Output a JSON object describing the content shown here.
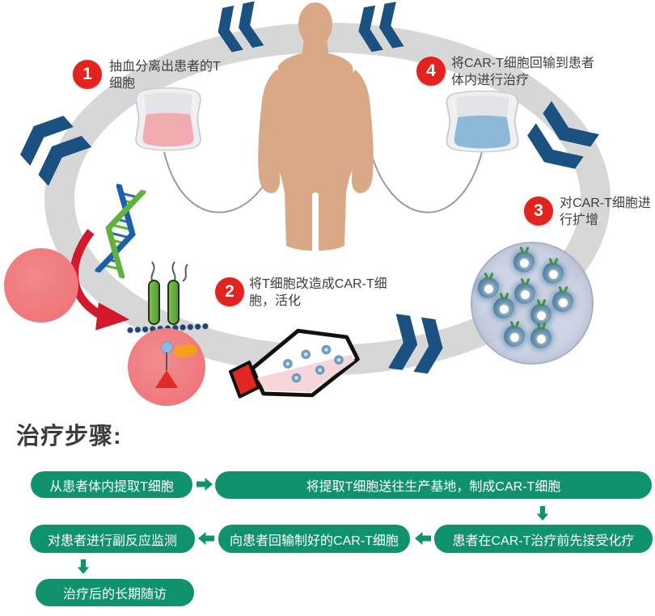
{
  "cycle": {
    "steps": [
      {
        "number": "1",
        "text": "抽血分离出患者的T细胞"
      },
      {
        "number": "2",
        "text": "将T细胞改造成CAR-T细胞，活化"
      },
      {
        "number": "3",
        "text": "对CAR-T细胞进行扩增"
      },
      {
        "number": "4",
        "text": "将CAR-T细胞回输到患者体内进行治疗"
      }
    ],
    "icons": {
      "patient": "patient-figure-icon",
      "blood_bag_left": "blood-bag-pink-icon",
      "blood_bag_right": "blood-bag-blue-icon",
      "dna": "dna-helix-icon",
      "tumor": "tumor-cell-icon",
      "car_t_cell": "car-t-cell-icon",
      "flask": "culture-flask-icon",
      "dish": "petri-dish-icon",
      "flow_direction": "counterclockwise-double-chevrons"
    }
  },
  "flowchart": {
    "title": "治疗步骤:",
    "boxes": [
      {
        "label": "从患者体内提取T细胞"
      },
      {
        "label": "将提取T细胞送往生产基地，制成CAR-T细胞"
      },
      {
        "label": "患者在CAR-T治疗前先接受化疗"
      },
      {
        "label": "向患者回输制好的CAR-T细胞"
      },
      {
        "label": "对患者进行副反应监测"
      },
      {
        "label": "治疗后的长期随访"
      }
    ],
    "flow_order": "box1 → box2 ↓ box3 ← box4 ← (box2), box5 ↓ box6 (snake: row2 runs right-to-left)"
  },
  "colors": {
    "ring_gray": "#d7d7d7",
    "chevron_blue": "#1a5181",
    "badge_red": "#e2231f",
    "flow_green": "#10926e",
    "skin": "#d9a987",
    "bag_pink": "#f3abb2",
    "bag_blue": "#8cb9da",
    "dna_blue": "#1d5fa8",
    "dna_green": "#62b13c",
    "cell_pink": "#ee7073",
    "text_dark": "#3e3e3e"
  }
}
